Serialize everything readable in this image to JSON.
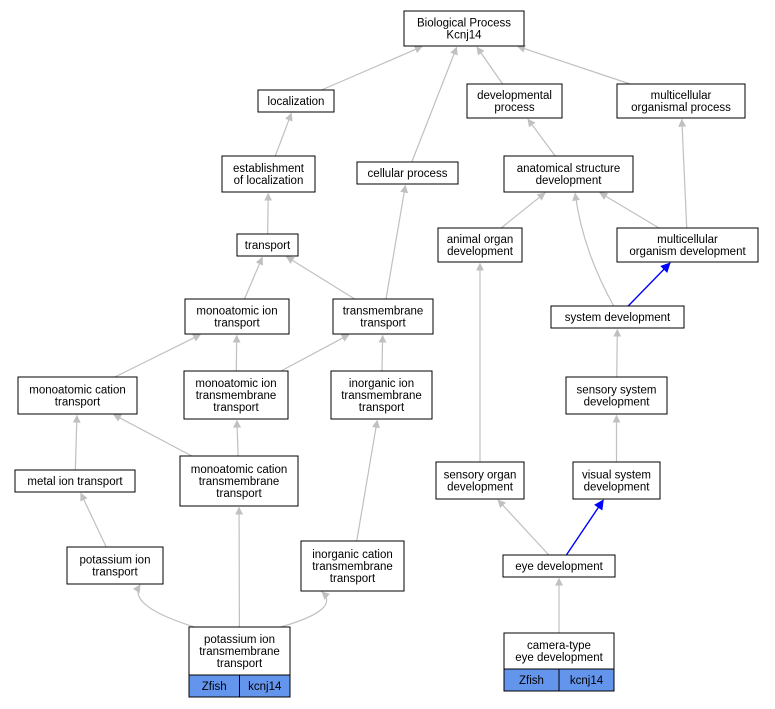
{
  "nodes": {
    "bp": [
      "Biological Process",
      "Kcnj14"
    ],
    "loc": [
      "localization"
    ],
    "devproc": [
      "developmental",
      "process"
    ],
    "mop": [
      "multicellular",
      "organismal process"
    ],
    "estloc": [
      "establishment",
      "of localization"
    ],
    "cellp": [
      "cellular process"
    ],
    "asd": [
      "anatomical structure",
      "development"
    ],
    "trans": [
      "transport"
    ],
    "aod": [
      "animal organ",
      "development"
    ],
    "mod": [
      "multicellular",
      "organism development"
    ],
    "moit": [
      "monoatomic ion",
      "transport"
    ],
    "tmt": [
      "transmembrane",
      "transport"
    ],
    "sysdev": [
      "system development"
    ],
    "mact": [
      "monoatomic cation",
      "transport"
    ],
    "moitt": [
      "monoatomic ion",
      "transmembrane",
      "transport"
    ],
    "iitt": [
      "inorganic ion",
      "transmembrane",
      "transport"
    ],
    "ssd": [
      "sensory system",
      "development"
    ],
    "mit": [
      "metal ion transport"
    ],
    "mactt": [
      "monoatomic cation",
      "transmembrane",
      "transport"
    ],
    "sod": [
      "sensory organ",
      "development"
    ],
    "vsd": [
      "visual system",
      "development"
    ],
    "kit": [
      "potassium ion",
      "transport"
    ],
    "ictt": [
      "inorganic cation",
      "transmembrane",
      "transport"
    ],
    "eyed": [
      "eye development"
    ],
    "kitt": [
      "potassium ion",
      "transmembrane",
      "transport"
    ],
    "cted": [
      "camera-type",
      "eye development"
    ]
  },
  "badges": {
    "kitt": [
      "Zfish",
      "kcnj14"
    ],
    "cted": [
      "Zfish",
      "kcnj14"
    ]
  },
  "colors": {
    "edge_default": "#c0c0c0",
    "edge_highlight": "#0000ff",
    "badge_fill": "#6495ed",
    "node_fill": "#ffffff",
    "node_stroke": "#000000"
  }
}
